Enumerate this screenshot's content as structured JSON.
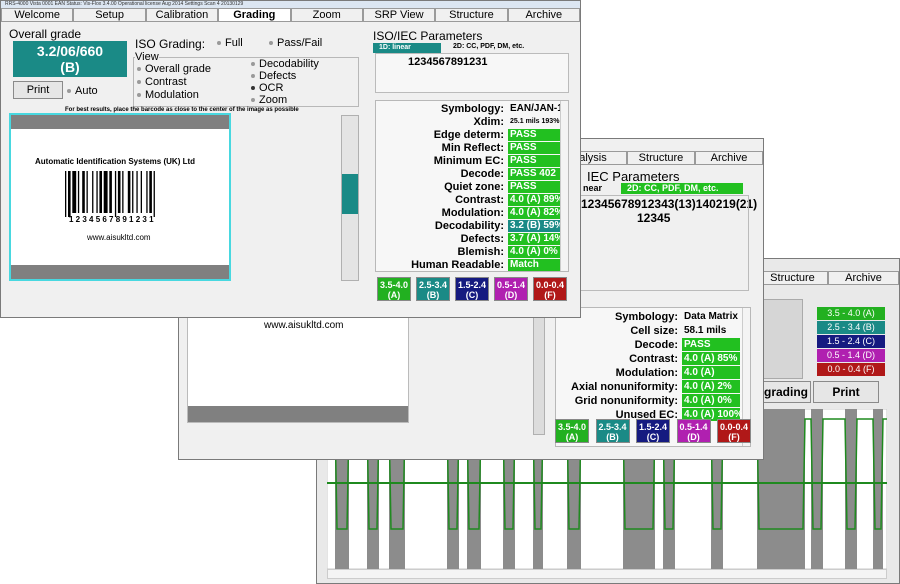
{
  "w3": {
    "tabs": [
      "Structure",
      "Archive"
    ],
    "buttons": {
      "grading": "grading",
      "print": "Print"
    },
    "legend": [
      {
        "label": "3.5 - 4.0 (A)",
        "color": "#22b020"
      },
      {
        "label": "2.5 - 3.4 (B)",
        "color": "#1a8a86"
      },
      {
        "label": "1.5 - 2.4 (C)",
        "color": "#151a80"
      },
      {
        "label": "0.5 - 1.4 (D)",
        "color": "#b020b0"
      },
      {
        "label": "0.0 - 0.4 (F)",
        "color": "#b01818"
      }
    ]
  },
  "w2": {
    "tabs": [
      "alysis",
      "Structure",
      "Archive"
    ],
    "iso_title": "IEC Parameters",
    "sym_tab_1d": "near",
    "sym_tab_2d": "2D: CC, PDF, DM, etc.",
    "decoded_line1": ")12345678912343(13)140219(21)",
    "decoded_line2": "12345",
    "website": "www.aisukltd.com",
    "params": [
      {
        "label": "Symbology:",
        "value": "Data Matrix",
        "plain": true
      },
      {
        "label": "Cell size:",
        "value": "58.1 mils",
        "plain": true
      },
      {
        "label": "Decode:",
        "value": "PASS"
      },
      {
        "label": "Contrast:",
        "value": "4.0 (A) 85%"
      },
      {
        "label": "Modulation:",
        "value": "4.0 (A)"
      },
      {
        "label": "Axial nonuniformity:",
        "value": "4.0 (A) 2%"
      },
      {
        "label": "Grid nonuniformity:",
        "value": "4.0 (A) 0%"
      },
      {
        "label": "Unused EC:",
        "value": "4.0 (A) 100%"
      }
    ],
    "grades": [
      {
        "top": "3.5-4.0",
        "bottom": "(A)",
        "color": "#22b020"
      },
      {
        "top": "2.5-3.4",
        "bottom": "(B)",
        "color": "#1a8a86"
      },
      {
        "top": "1.5-2.4",
        "bottom": "(C)",
        "color": "#151a80"
      },
      {
        "top": "0.5-1.4",
        "bottom": "(D)",
        "color": "#b020b0"
      },
      {
        "top": "0.0-0.4",
        "bottom": "(F)",
        "color": "#b01818"
      }
    ]
  },
  "w1": {
    "title_bar": "RRS-4000  Vista 0001 EAN  Status: Vis-Flox 3.4.00     Operational license   Aug 2014 Settings Scan 4 20130129",
    "tabs": [
      "Welcome",
      "Setup",
      "Calibration",
      "Grading",
      "Zoom",
      "SRP View",
      "Structure",
      "Archive"
    ],
    "active_tab": 3,
    "overall_grade_label": "Overall grade",
    "overall_grade_value": "3.2/06/660",
    "overall_grade_letter": "(B)",
    "print_button": "Print",
    "auto_label": "Auto",
    "iso_grading_label": "ISO Grading:",
    "full_label": "Full",
    "passfail_label": "Pass/Fail",
    "view_label": "View",
    "view_options": [
      "Overall grade",
      "Contrast",
      "Modulation",
      "Decodability",
      "Defects",
      "OCR",
      "Zoom"
    ],
    "hint": "For best results, place the barcode as close to the center of the image as possible",
    "company": "Automatic Identification Systems (UK) Ltd",
    "barcode_digits": "1 2 3 4 5 6 7   8 9 1 2 3 1",
    "website": "www.aisukltd.com",
    "iso_title": "ISO/IEC Parameters",
    "sym_tab_1d": "1D: linear",
    "sym_tab_2d": "2D: CC, PDF, DM, etc.",
    "decoded": "1234567891231",
    "params": [
      {
        "label": "Symbology:",
        "value": "EAN/JAN-13",
        "plain": true
      },
      {
        "label": "Xdim:",
        "value": "25.1 mils 193%",
        "plain": true,
        "small": true
      },
      {
        "label": "Edge determ:",
        "value": "PASS",
        "color": "#22c020"
      },
      {
        "label": "Min Reflect:",
        "value": "PASS",
        "color": "#22c020"
      },
      {
        "label": "Minimum EC:",
        "value": "PASS",
        "color": "#22c020"
      },
      {
        "label": "Decode:",
        "value": "PASS 402",
        "color": "#22c020"
      },
      {
        "label": "Quiet zone:",
        "value": "PASS",
        "color": "#22c020"
      },
      {
        "label": "Contrast:",
        "value": "4.0 (A) 89%",
        "color": "#22c020"
      },
      {
        "label": "Modulation:",
        "value": "4.0 (A) 82%",
        "color": "#22c020"
      },
      {
        "label": "Decodability:",
        "value": "3.2 (B) 59%",
        "color": "#1a8a86"
      },
      {
        "label": "Defects:",
        "value": "3.7 (A) 14%",
        "color": "#22c020"
      },
      {
        "label": "Blemish:",
        "value": "4.0 (A) 0%",
        "color": "#22c020"
      },
      {
        "label": "Human Readable:",
        "value": "Match",
        "color": "#22c020"
      }
    ],
    "grades": [
      {
        "top": "3.5-4.0",
        "bottom": "(A)",
        "color": "#22b020"
      },
      {
        "top": "2.5-3.4",
        "bottom": "(B)",
        "color": "#1a8a86"
      },
      {
        "top": "1.5-2.4",
        "bottom": "(C)",
        "color": "#151a80"
      },
      {
        "top": "0.5-1.4",
        "bottom": "(D)",
        "color": "#b020b0"
      },
      {
        "top": "0.0-0.4",
        "bottom": "(F)",
        "color": "#b01818"
      }
    ]
  }
}
